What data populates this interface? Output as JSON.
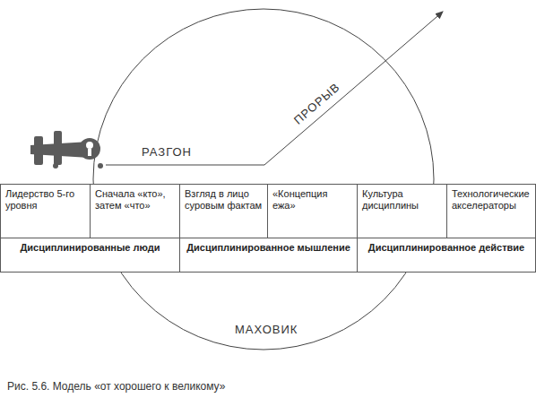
{
  "diagram": {
    "caption": "Рис. 5.6. Модель «от хорошего к великому»",
    "nodes": [
      {
        "text": [
          "Лидерство 5-го уровня"
        ]
      },
      {
        "text": [
          "Сначала «кто», затем «что»"
        ]
      },
      {
        "text": [
          "Взгляд в лицо суровым фактам"
        ]
      },
      {
        "text": [
          "«Концепция ежа»"
        ]
      },
      {
        "text": [
          "Культура дисциплины"
        ]
      },
      {
        "text": [
          "Технологические акселераторы"
        ]
      },
      {
        "text": [
          "Дисциплинированные люди"
        ]
      },
      {
        "text": [
          "Дисциплинированное мышление"
        ]
      },
      {
        "text": [
          "Дисциплинированное действие"
        ]
      }
    ],
    "labels": [
      "РАЗГОН",
      "ПРОРЫВ",
      "МАХОВИК"
    ]
  }
}
